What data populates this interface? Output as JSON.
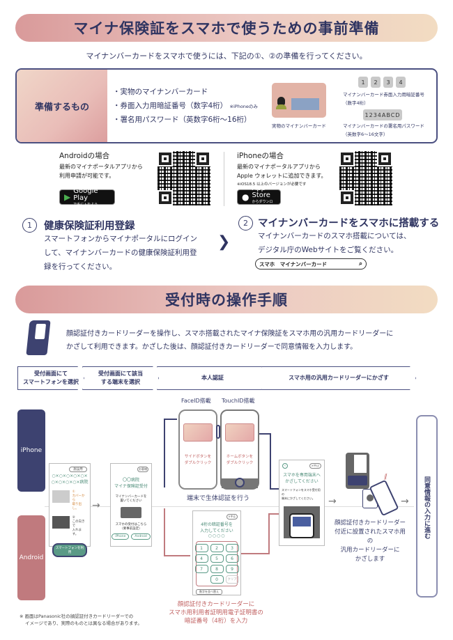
{
  "header": {
    "title": "マイナ保険証をスマホで使うための事前準備",
    "subtitle": "マイナンバーカードをスマホで使うには、下記の①、②の準備を行ってください。"
  },
  "prep": {
    "label": "準備するもの",
    "items": [
      "・実物のマイナンバーカード",
      "・券面入力用暗証番号（数字4桁）",
      "・署名用パスワード（英数字6桁〜16桁）"
    ],
    "iphone_only": "※iPhoneのみ",
    "card_caption": "実物のマイナンバーカード",
    "digits": [
      "1",
      "2",
      "3",
      "4"
    ],
    "pin_caption": [
      "マイナンバーカード券面入力用暗証番号",
      "（数字4桁）"
    ],
    "password_sample": "1234ABCD",
    "password_caption": [
      "マイナンバーカードの署名用パスワード",
      "（英数字6〜16文字）"
    ]
  },
  "android": {
    "title": "Androidの場合",
    "lines": [
      "最新のマイナポータルアプリから",
      "利用申請が可能です。"
    ],
    "badge_big": "Google Play",
    "badge_small": "で手に入れよう"
  },
  "iphone": {
    "title": "iPhoneの場合",
    "lines": [
      "最新のマイナポータルアプリから",
      "Apple ウォレットに追加できます。"
    ],
    "note": "※iOS18.5 以上のバージョンが必要です",
    "badge_big": "App Store",
    "badge_small": "からダウンロード"
  },
  "step1": {
    "num": "1",
    "title": "健康保険証利用登録",
    "lines": [
      "スマートフォンからマイナポータルにログイン",
      "して、マイナンバーカードの健康保険証利用登",
      "録を行ってください。"
    ]
  },
  "step2": {
    "num": "2",
    "title": "マイナンバーカードをスマホに搭載する",
    "lines": [
      "マイナンバーカードのスマホ搭載については、",
      "デジタル庁のWebサイトをご覧ください。"
    ],
    "search": "スマホ　マイナンバーカード"
  },
  "section2": {
    "title": "受付時の操作手順",
    "desc": [
      "顔認証付きカードリーダーを操作し、スマホ搭載されたマイナ保険証をスマホ用の汎用カードリーダーに",
      "かざして利用できます。かざした後は、顔認証付きカードリーダーで同意情報を入力します。"
    ]
  },
  "flow_steps": [
    [
      "受付画面にて",
      "スマートフォンを選択"
    ],
    [
      "受付画面にて該当",
      "する端末を選択"
    ],
    [
      "本人認証"
    ],
    [
      "スマホ用の汎用カードリーダーにかざす"
    ]
  ],
  "columns": {
    "iphone": "iPhone",
    "android": "Android"
  },
  "screen1": {
    "badge": "施設用",
    "hospital": [
      "○×○×○×○×○×",
      "○×○×○×○×病院"
    ],
    "s1": [
      "①",
      "カバーから",
      "取り出し。"
    ],
    "s2": [
      "②",
      "この向きで",
      "入れます。"
    ],
    "button": "スマートフォンを利用"
  },
  "screen2": {
    "badge": "お客様",
    "title": [
      "〇〇病院",
      "マイナ保険証受付"
    ],
    "msg": [
      "マイナンバーカードを",
      "置いてください"
    ],
    "sub": [
      "スマホの受付はこちら",
      "（要事前設定）"
    ],
    "btn_iphone": "iPhone",
    "btn_android": "Android"
  },
  "bio": {
    "faceid": "FaceID搭載",
    "touchid": "TouchID搭載",
    "side": [
      "サイドボタンを",
      "ダブルクリック"
    ],
    "home": [
      "ホームボタンを",
      "ダブルクリック"
    ],
    "caption": "端末で生体認証を行う"
  },
  "pin_screen": {
    "badge": "×中止",
    "title": [
      "4桁の暗証番号を",
      "入力してください"
    ],
    "dots": "○○○○",
    "keys": [
      "1",
      "2",
      "3",
      "4",
      "5",
      "6",
      "7",
      "8",
      "9",
      "0",
      "クリア"
    ],
    "shuffle": "数字を並べ替え",
    "caption": [
      "顔認証付きカードリーダーに",
      "スマホ用利用者証明用電子証明書の",
      "暗証番号（4桁）を入力"
    ]
  },
  "hold_screen": {
    "badge": "×中止",
    "title": [
      "スマホを専用端末へ",
      "かざしてください"
    ],
    "msg": [
      "スマートフォンをスマホ受付用の",
      "端末にかざしてください。"
    ]
  },
  "reader": {
    "caption": [
      "顔認証付きカードリーダー",
      "付近に設置されたスマホ用の",
      "汎用カードリーダーに",
      "かざします"
    ]
  },
  "consent": "同意情報の入力に進む",
  "footnote": [
    "※ 画面はPanasonic社の顔認証付きカードリーダーでの",
    "イメージであり、実際のものとは異なる場合があります。"
  ]
}
